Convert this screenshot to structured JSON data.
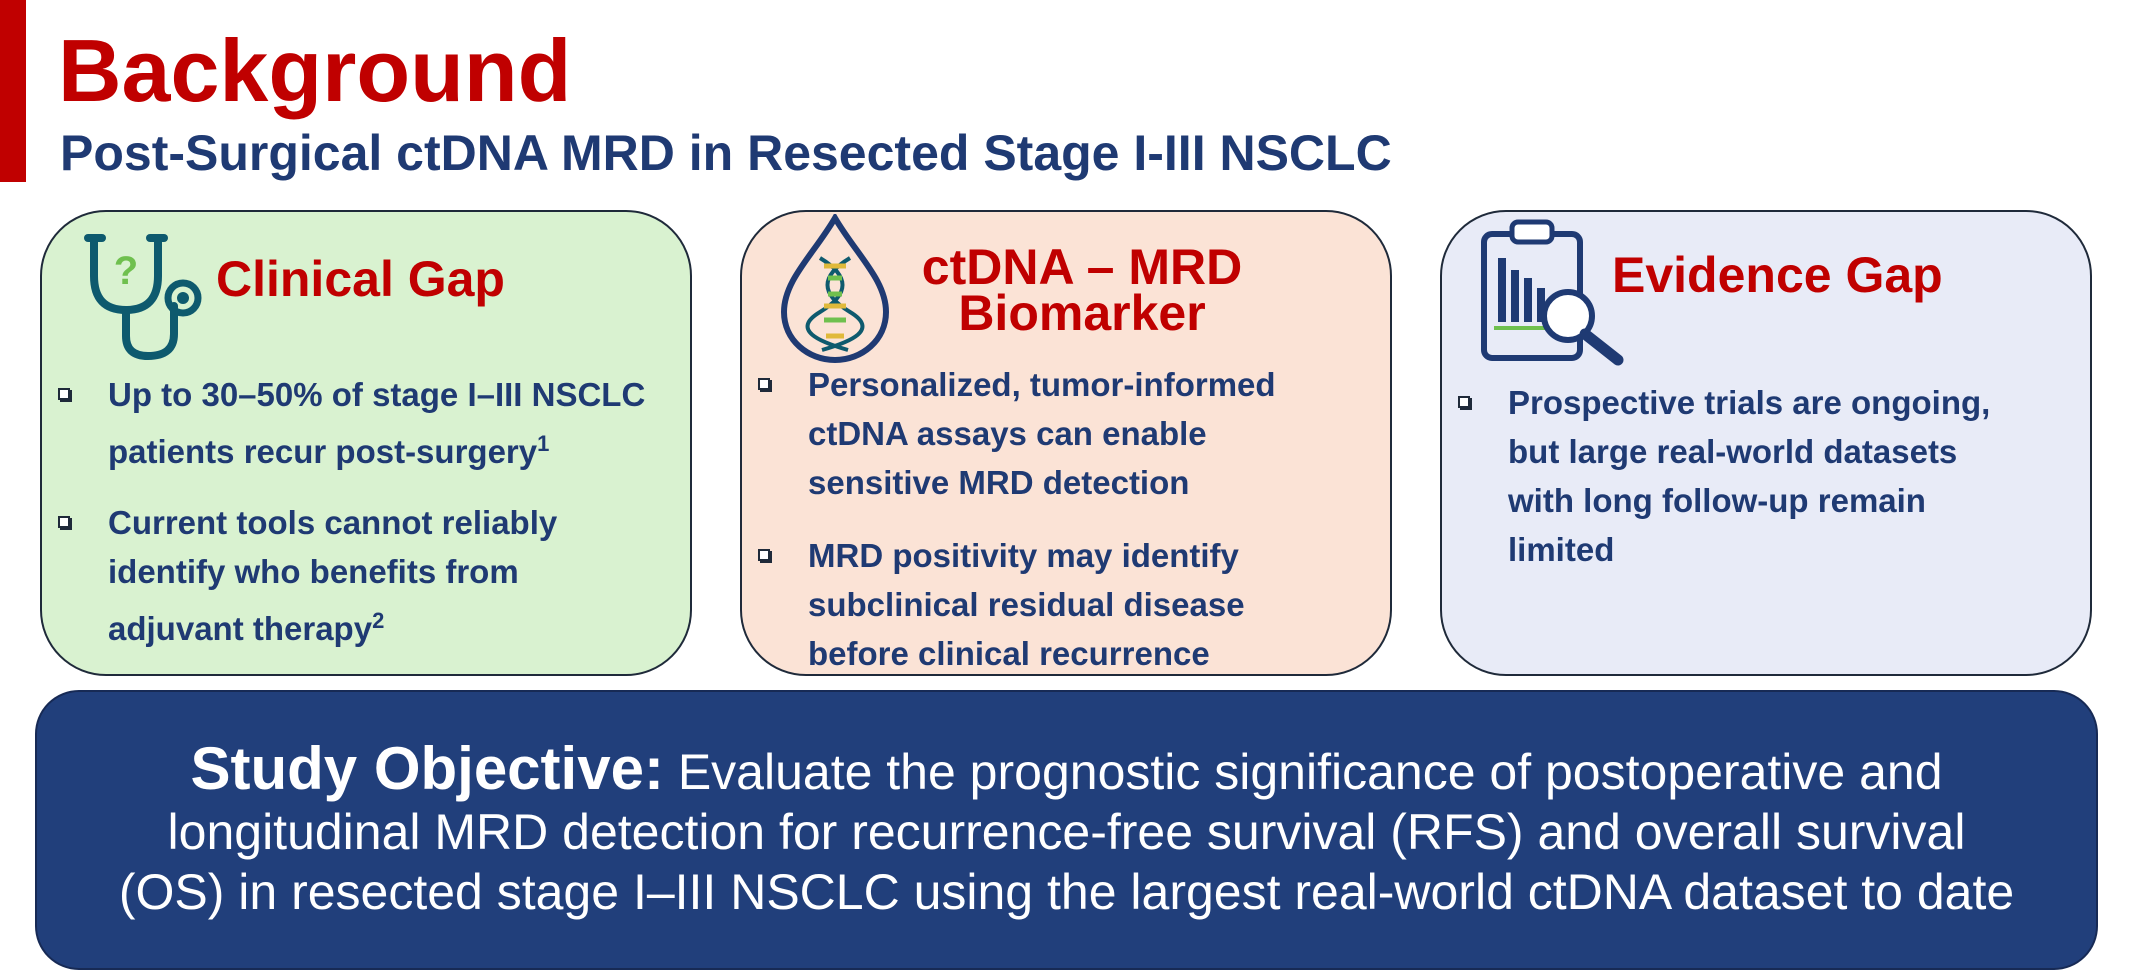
{
  "colors": {
    "accent_red": "#c00000",
    "navy": "#1f3a73",
    "card1_bg": "#d9f2d0",
    "card2_bg": "#fbe3d6",
    "card3_bg": "#e8ebf7",
    "objective_bg": "#213f7b",
    "icon_green": "#6fc04e",
    "icon_teal": "#0e5a6e",
    "icon_yellow": "#e0b93a"
  },
  "header": {
    "title": "Background",
    "subtitle": "Post-Surgical ctDNA MRD in Resected Stage I-III NSCLC"
  },
  "cards": [
    {
      "icon": "stethoscope-icon",
      "heading_lines": [
        "Clinical Gap"
      ],
      "bullets": [
        {
          "lines": [
            "Up to 30–50% of stage I–III NSCLC",
            "patients recur post-surgery"
          ],
          "sup": "1"
        },
        {
          "lines": [
            "Current tools cannot reliably",
            "identify who benefits from",
            "adjuvant therapy"
          ],
          "sup": "2"
        }
      ]
    },
    {
      "icon": "dna-drop-icon",
      "heading_lines": [
        "ctDNA – MRD",
        "Biomarker"
      ],
      "bullets": [
        {
          "lines": [
            "Personalized, tumor-informed",
            "ctDNA assays can enable",
            "sensitive MRD detection"
          ]
        },
        {
          "lines": [
            "MRD positivity may identify",
            "subclinical residual disease",
            "before clinical recurrence"
          ]
        }
      ]
    },
    {
      "icon": "clipboard-chart-magnifier-icon",
      "heading_lines": [
        "Evidence Gap"
      ],
      "bullets": [
        {
          "lines": [
            "Prospective trials are ongoing,",
            "but large real-world datasets",
            "with long follow-up remain",
            "limited"
          ]
        }
      ]
    }
  ],
  "objective": {
    "label": "Study Objective:",
    "lines": [
      " Evaluate the prognostic significance of postoperative and",
      "longitudinal MRD detection for recurrence-free survival (RFS) and overall survival",
      "(OS) in resected stage I–III NSCLC using the largest real-world ctDNA dataset to date"
    ]
  }
}
